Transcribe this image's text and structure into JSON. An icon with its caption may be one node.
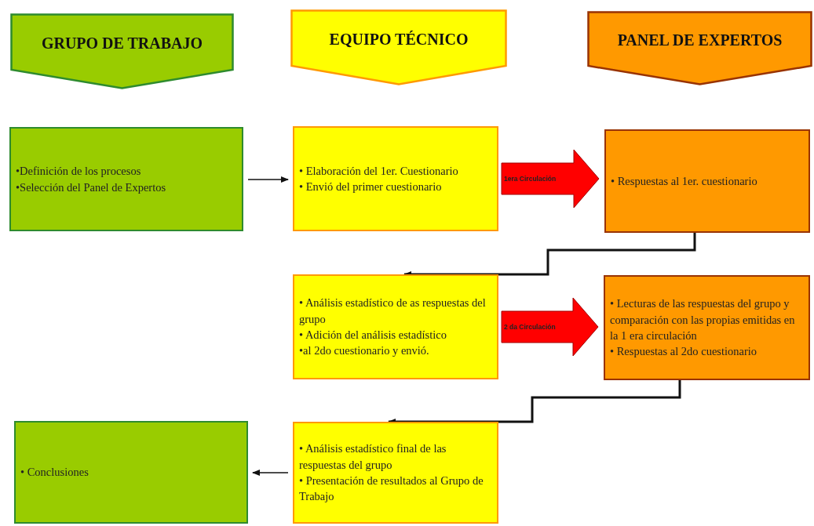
{
  "diagram": {
    "nodes": [
      {
        "text": [
          "GRUPO DE TRABAJO"
        ]
      },
      {
        "text": [
          "EQUIPO TÉCNICO"
        ]
      },
      {
        "text": [
          "PANEL DE EXPERTOS"
        ]
      },
      {
        "text": [
          "•Definición de los procesos",
          "•Selección del Panel de Expertos"
        ]
      },
      {
        "text": [
          "• Elaboración del 1er. Cuestionario",
          "• Envió del primer cuestionario"
        ]
      },
      {
        "text": [
          "• Respuestas al 1er. cuestionario"
        ]
      },
      {
        "text": [
          "• Análisis estadístico de as respuestas del grupo",
          "• Adición del análisis estadístico",
          "•al 2do cuestionario y envió."
        ]
      },
      {
        "text": [
          "• Lecturas de las respuestas del grupo y comparación con las propias emitidas en la 1 era circulación",
          "• Respuestas al 2do cuestionario"
        ]
      },
      {
        "text": [
          "• Conclusiones"
        ]
      },
      {
        "text": [
          "• Análisis estadístico final de las respuestas del grupo",
          "• Presentación de resultados al Grupo de Trabajo"
        ]
      }
    ],
    "edges": [
      {
        "from": 3,
        "to": 4,
        "arrow": "to"
      },
      {
        "from": 4,
        "to": 5,
        "arrow": "to",
        "label": "1era Circulación",
        "style": "thick",
        "color": "#ff0000"
      },
      {
        "from": 5,
        "to": 6,
        "arrow": "to"
      },
      {
        "from": 6,
        "to": 7,
        "arrow": "to",
        "label": "2 da Circulación",
        "style": "thick",
        "color": "#ff0000"
      },
      {
        "from": 7,
        "to": 9,
        "arrow": "to"
      },
      {
        "from": 9,
        "to": 8,
        "arrow": "to"
      }
    ]
  }
}
